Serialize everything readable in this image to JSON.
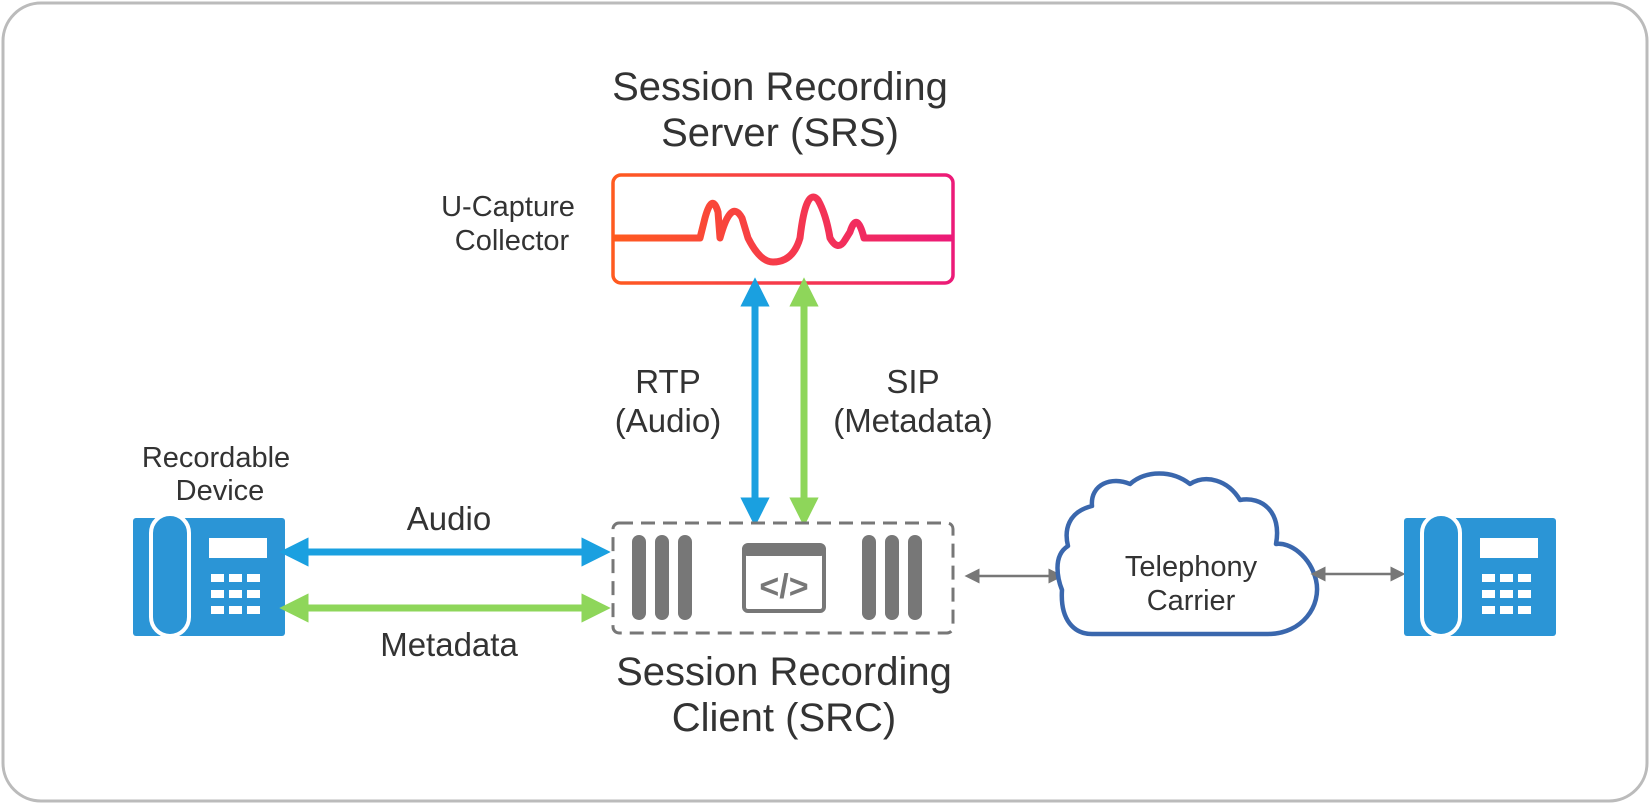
{
  "srs": {
    "title_line1": "Session Recording",
    "title_line2": "Server (SRS)",
    "collector_line1": "U-Capture",
    "collector_line2": "Collector"
  },
  "src": {
    "title_line1": "Session Recording",
    "title_line2": "Client (SRC)",
    "code_glyph": "</>"
  },
  "links": {
    "rtp_line1": "RTP",
    "rtp_line2": "(Audio)",
    "sip_line1": "SIP",
    "sip_line2": "(Metadata)",
    "audio": "Audio",
    "metadata": "Metadata"
  },
  "device": {
    "label_line1": "Recordable",
    "label_line2": "Device"
  },
  "carrier": {
    "label_line1": "Telephony",
    "label_line2": "Carrier"
  },
  "colors": {
    "audio_blue": "#1aa0e0",
    "metadata_green": "#8ed65a",
    "phone_blue": "#2b95d6",
    "cloud_blue": "#3a67ad",
    "server_gray": "#777777",
    "frame_gray": "#bbbbbb",
    "srs_gradient_start": "#ff5a1f",
    "srs_gradient_end": "#ec1a78"
  },
  "icons": {
    "phone_left": "desk-phone-icon",
    "phone_right": "desk-phone-icon",
    "cloud": "cloud-icon",
    "code": "code-window-icon",
    "waveform": "waveform-icon"
  }
}
